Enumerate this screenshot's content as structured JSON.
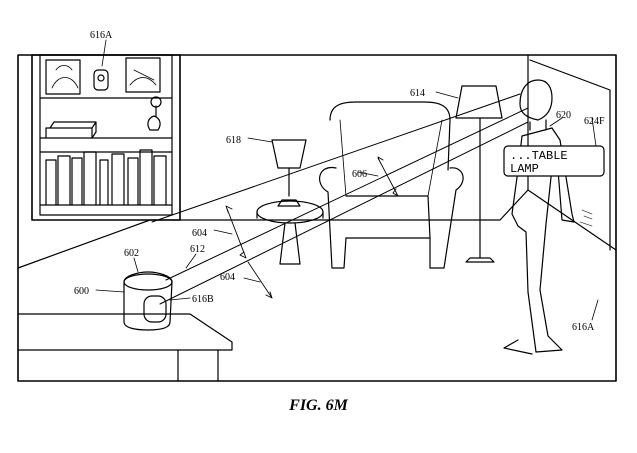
{
  "figure": {
    "caption": "FIG. 6M",
    "callout_text": {
      "line1": "...TABLE",
      "line2": "LAMP"
    },
    "labels": {
      "l616A_top": "616A",
      "l614": "614",
      "l618": "618",
      "l620": "620",
      "l624F": "624F",
      "l606": "606",
      "l604_top": "604",
      "l604_bottom": "604",
      "l612": "612",
      "l602": "602",
      "l600": "600",
      "l616B": "616B",
      "l616A_right": "616A"
    }
  }
}
